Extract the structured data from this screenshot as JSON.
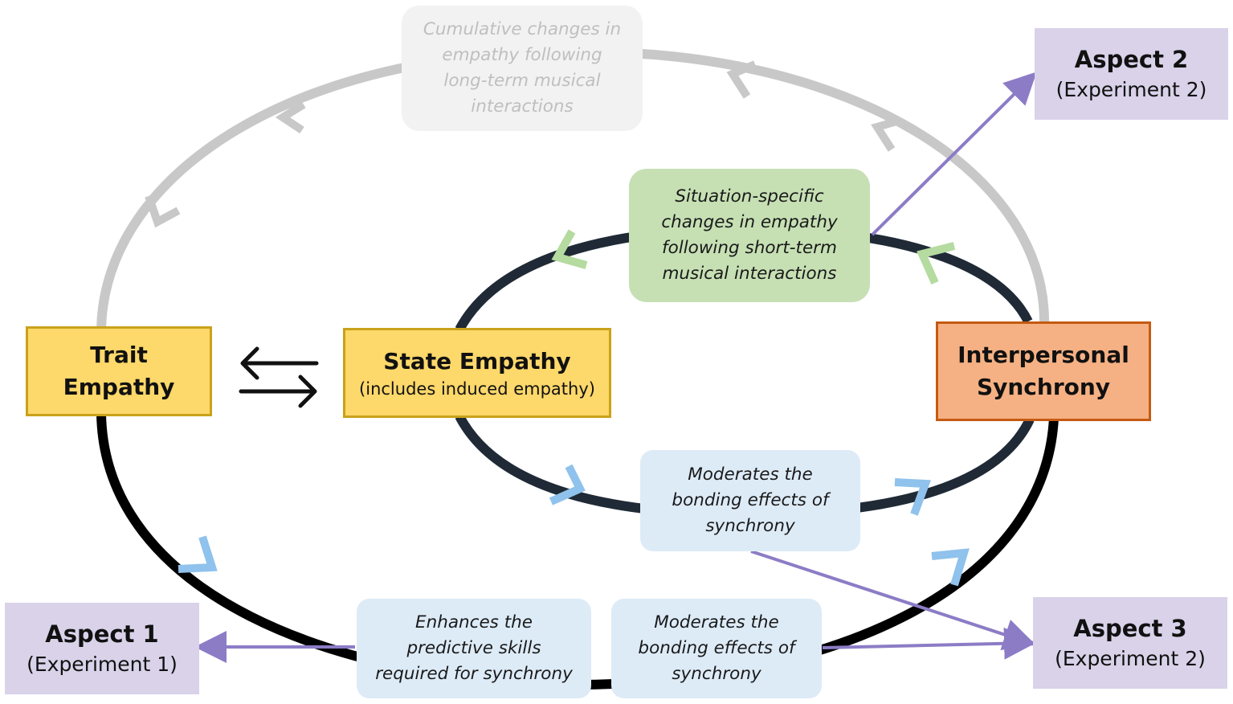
{
  "nodes": {
    "trait": {
      "line1": "Trait",
      "line2": "Empathy"
    },
    "state": {
      "title": "State Empathy",
      "subtitle": "(includes induced empathy)"
    },
    "synchrony": {
      "line1": "Interpersonal",
      "line2": "Synchrony"
    }
  },
  "notes": {
    "cumulative": [
      "Cumulative changes in",
      "empathy following",
      "long-term musical",
      "interactions"
    ],
    "situation": [
      "Situation-specific",
      "changes in empathy",
      "following short-term",
      "musical interactions"
    ],
    "moderates_inner": [
      "Moderates the",
      "bonding effects of",
      "synchrony"
    ],
    "enhances": [
      "Enhances the",
      "predictive skills",
      "required for synchrony"
    ],
    "moderates_outer": [
      "Moderates the",
      "bonding effects of",
      "synchrony"
    ]
  },
  "aspects": {
    "aspect1": {
      "title": "Aspect 1",
      "experiment": "(Experiment 1)"
    },
    "aspect2": {
      "title": "Aspect 2",
      "experiment": "(Experiment 2)"
    },
    "aspect3": {
      "title": "Aspect 3",
      "experiment": "(Experiment 2)"
    }
  },
  "colors": {
    "outer_lower_loop": "#000000",
    "outer_upper_loop": "#c8c8c8",
    "inner_loop": "#1f2a36",
    "aspect_link": "#8c7cc6",
    "chevron_blue": "#8fc2ec",
    "chevron_green": "#b5dba0",
    "chevron_grey": "#c8c8c8"
  }
}
